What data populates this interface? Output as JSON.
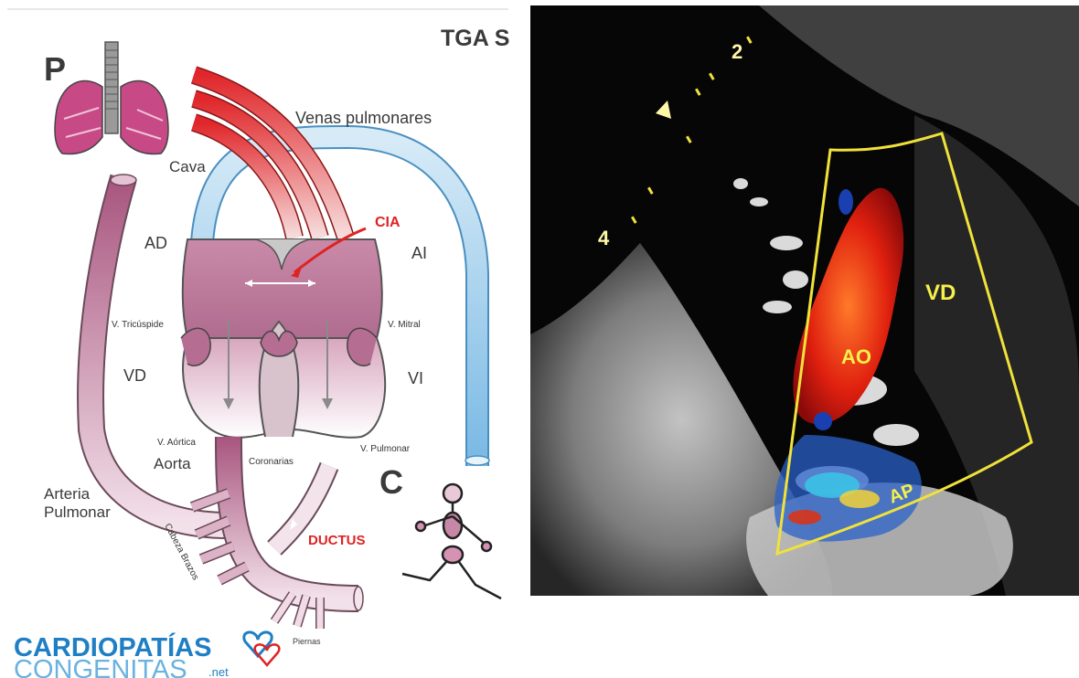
{
  "diagram": {
    "title": "TGA S",
    "panel_p": "P",
    "panel_c": "C",
    "labels": {
      "venas_pulmonares": "Venas pulmonares",
      "cava": "Cava",
      "cia": "CIA",
      "ad": "AD",
      "ai": "AI",
      "tricuspide": "V. Tricúspide",
      "mitral": "V. Mitral",
      "vd": "VD",
      "vi": "VI",
      "aortica": "V. Aórtica",
      "aorta": "Aorta",
      "coronarias": "Coronarias",
      "pulmonar_valve": "V. Pulmonar",
      "arteria_pulmonar_1": "Arteria",
      "arteria_pulmonar_2": "Pulmonar",
      "ductus": "DUCTUS",
      "cabeza_brazos": "Cabeza Brazos",
      "piernas": "Piernas"
    },
    "logo": {
      "line1": "CARDIOPATÍAS",
      "line2": "CONGENITAS",
      "suffix": ".net"
    }
  },
  "echo": {
    "labels": {
      "vd": "VD",
      "ao": "AO",
      "ap": "AP"
    },
    "markers": [
      "2",
      "4"
    ]
  },
  "colors": {
    "accent_red": "#e02222",
    "heart_pink": "#b86b90",
    "vein_blue": "#8fc6ea",
    "logo_blue": "#1f7fc4",
    "sector_yellow": "#f0e23a"
  }
}
